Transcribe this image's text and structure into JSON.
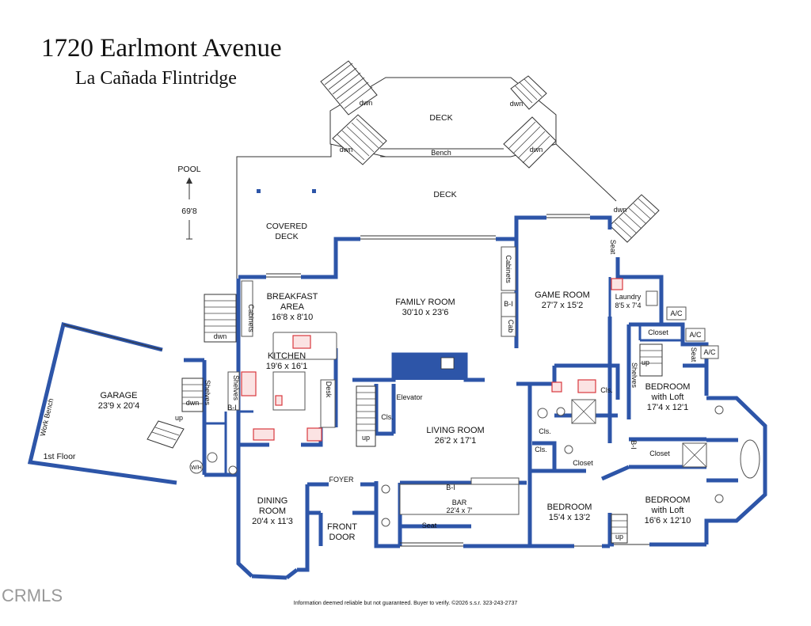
{
  "title": {
    "address": "1720 Earlmont Avenue",
    "city": "La Cañada Flintridge"
  },
  "floor_label": "1st Floor",
  "pool": {
    "label": "POOL",
    "distance": "69'8"
  },
  "disclaimer": "Information deemed reliable but not guaranteed. Buyer to verify. ©2026 s.s.r. 323-243-2737",
  "watermark": "CRMLS",
  "rooms": {
    "deck_upper": "DECK",
    "deck_lower": "DECK",
    "bench": "Bench",
    "covered_deck": [
      "COVERED",
      "DECK"
    ],
    "breakfast": [
      "BREAKFAST",
      "AREA",
      "16'8 x 8'10"
    ],
    "kitchen": [
      "KITCHEN",
      "19'6 x 16'1"
    ],
    "family": [
      "FAMILY ROOM",
      "30'10 x 23'6"
    ],
    "game": [
      "GAME ROOM",
      "27'7 x 15'2"
    ],
    "laundry": [
      "Laundry",
      "8'5 x 7'4"
    ],
    "garage": [
      "GARAGE",
      "23'9 x 20'4"
    ],
    "living": [
      "LIVING ROOM",
      "26'2 x 17'1"
    ],
    "dining": [
      "DINING",
      "ROOM",
      "20'4 x 11'3"
    ],
    "foyer": "FOYER",
    "front_door": [
      "FRONT",
      "DOOR"
    ],
    "bar": [
      "BAR",
      "22'4 x 7'"
    ],
    "bedroom1": [
      "BEDROOM",
      "15'4 x 13'2"
    ],
    "bedroom_loft1": [
      "BEDROOM",
      "with Loft",
      "17'4 x 12'1"
    ],
    "bedroom_loft2": [
      "BEDROOM",
      "with Loft",
      "16'6 x 12'10"
    ]
  },
  "small_labels": {
    "dwn": "dwn",
    "up": "up",
    "cabinets": "Cabinets",
    "shelves": "Shelves",
    "bi": "B-I",
    "cab": "Cab",
    "desk": "Desk",
    "seat": "Seat",
    "cls": "Cls.",
    "closet": "Closet",
    "elevator": "Elevator",
    "ac": "A/C",
    "work_bench": "Work Bench",
    "wh": "W/H"
  }
}
